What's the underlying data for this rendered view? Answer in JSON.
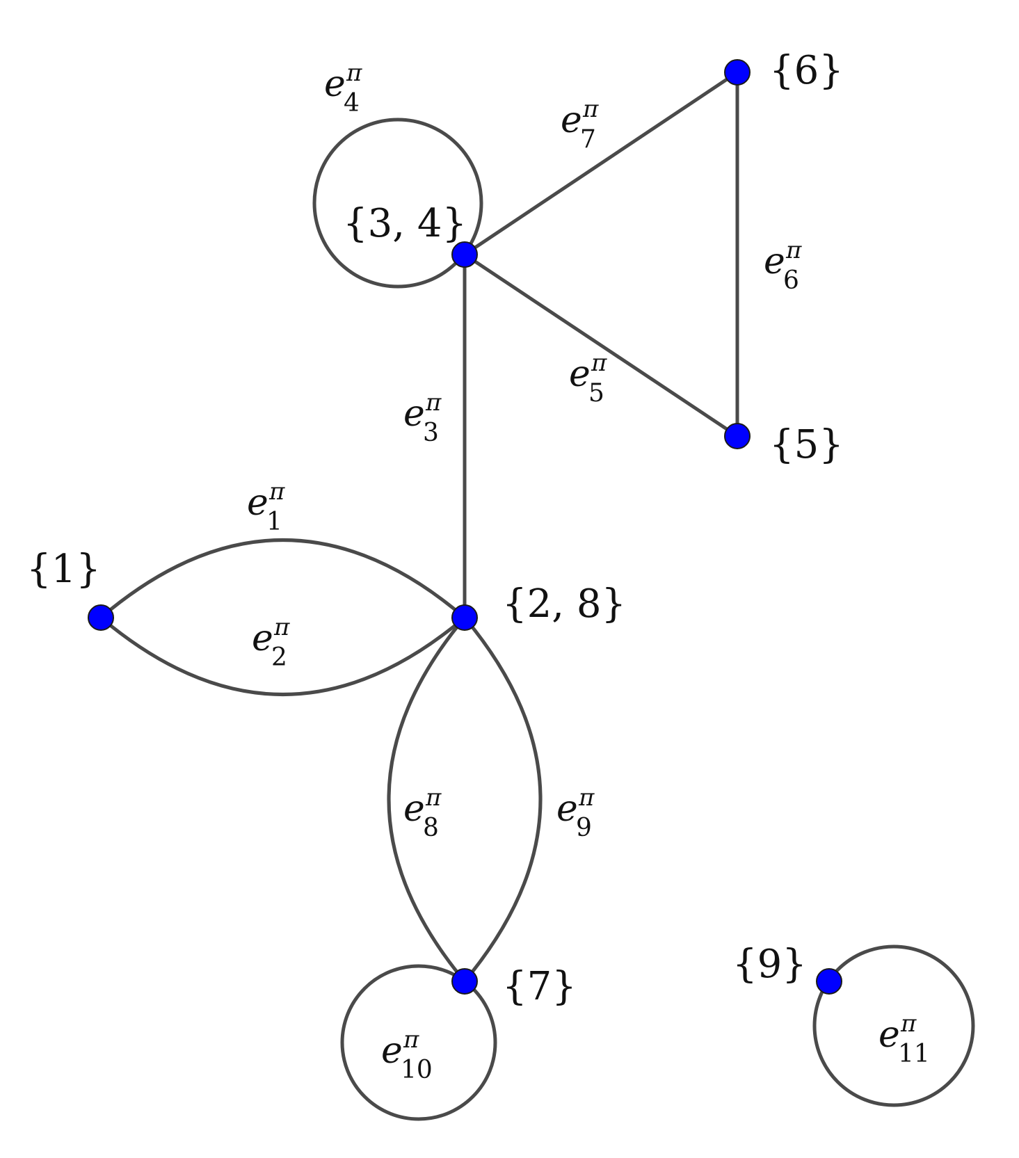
{
  "diagram": {
    "vertices": [
      {
        "id": "v1",
        "label": "{1}"
      },
      {
        "id": "v28",
        "label": "{2, 8}"
      },
      {
        "id": "v34",
        "label": "{3, 4}"
      },
      {
        "id": "v5",
        "label": "{5}"
      },
      {
        "id": "v6",
        "label": "{6}"
      },
      {
        "id": "v7",
        "label": "{7}"
      },
      {
        "id": "v9",
        "label": "{9}"
      }
    ],
    "edges": [
      {
        "id": "e1",
        "from": "v1",
        "to": "v28",
        "base": "e",
        "sup": "π",
        "sub": "1"
      },
      {
        "id": "e2",
        "from": "v1",
        "to": "v28",
        "base": "e",
        "sup": "π",
        "sub": "2"
      },
      {
        "id": "e3",
        "from": "v28",
        "to": "v34",
        "base": "e",
        "sup": "π",
        "sub": "3"
      },
      {
        "id": "e4",
        "from": "v34",
        "to": "v34",
        "base": "e",
        "sup": "π",
        "sub": "4"
      },
      {
        "id": "e5",
        "from": "v34",
        "to": "v5",
        "base": "e",
        "sup": "π",
        "sub": "5"
      },
      {
        "id": "e6",
        "from": "v5",
        "to": "v6",
        "base": "e",
        "sup": "π",
        "sub": "6"
      },
      {
        "id": "e7",
        "from": "v34",
        "to": "v6",
        "base": "e",
        "sup": "π",
        "sub": "7"
      },
      {
        "id": "e8",
        "from": "v28",
        "to": "v7",
        "base": "e",
        "sup": "π",
        "sub": "8"
      },
      {
        "id": "e9",
        "from": "v28",
        "to": "v7",
        "base": "e",
        "sup": "π",
        "sub": "9"
      },
      {
        "id": "e10",
        "from": "v7",
        "to": "v7",
        "base": "e",
        "sup": "π",
        "sub": "10"
      },
      {
        "id": "e11",
        "from": "v9",
        "to": "v9",
        "base": "e",
        "sup": "π",
        "sub": "11"
      }
    ],
    "colors": {
      "node": "#0000ff",
      "edge": "#4a4a4a"
    }
  }
}
